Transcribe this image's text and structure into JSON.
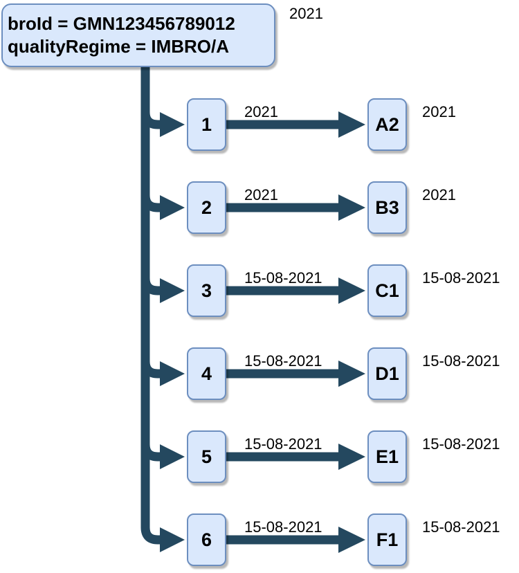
{
  "root": {
    "line1": "broId = GMN123456789012",
    "line2": "qualityRegime = IMBRO/A",
    "annotation": "2021"
  },
  "rows": [
    {
      "source": "1",
      "edge_label": "2021",
      "target": "A2",
      "annotation": "2021"
    },
    {
      "source": "2",
      "edge_label": "2021",
      "target": "B3",
      "annotation": "2021"
    },
    {
      "source": "3",
      "edge_label": "15-08-2021",
      "target": "C1",
      "annotation": "15-08-2021"
    },
    {
      "source": "4",
      "edge_label": "15-08-2021",
      "target": "D1",
      "annotation": "15-08-2021"
    },
    {
      "source": "5",
      "edge_label": "15-08-2021",
      "target": "E1",
      "annotation": "15-08-2021"
    },
    {
      "source": "6",
      "edge_label": "15-08-2021",
      "target": "F1",
      "annotation": "15-08-2021"
    }
  ],
  "colors": {
    "node_fill": "#dae8fc",
    "node_border": "#6c8ebf",
    "connector": "#24485f",
    "text": "#000000",
    "background": "#ffffff"
  }
}
